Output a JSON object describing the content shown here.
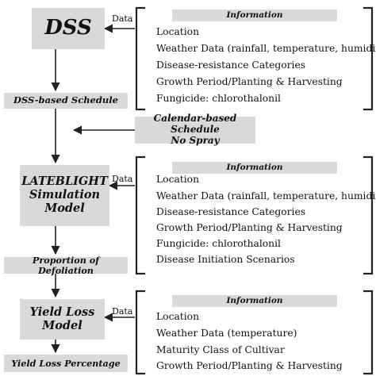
{
  "flow": {
    "dss": "DSS",
    "dss_schedule": "DSS-based Schedule",
    "calendar": "Calendar-based Schedule\nNo Spray",
    "lateblight": "LATEBLIGHT\nSimulation\nModel",
    "defoliation": "Proportion of Defoliation",
    "yield_model": "Yield Loss\nModel",
    "yield_percent": "Yield Loss Percentage"
  },
  "data_label": "Data",
  "info_panels": [
    {
      "header": "Information",
      "items": [
        "Location",
        "Weather Data (rainfall, temperature, humidity)",
        "Disease-resistance Categories",
        "Growth Period/Planting & Harvesting",
        "Fungicide: chlorothalonil"
      ]
    },
    {
      "header": "Information",
      "items": [
        "Location",
        "Weather Data (rainfall, temperature, humidity)",
        "Disease-resistance Categories",
        "Growth Period/Planting & Harvesting",
        "Fungicide: chlorothalonil",
        "Disease Initiation Scenarios"
      ]
    },
    {
      "header": "Information",
      "items": [
        "Location",
        "Weather Data (temperature)",
        "Maturity Class of Cultivar",
        "Growth Period/Planting & Harvesting"
      ]
    }
  ],
  "colors": {
    "box_fill": "#d9d9d9",
    "line": "#222222"
  }
}
